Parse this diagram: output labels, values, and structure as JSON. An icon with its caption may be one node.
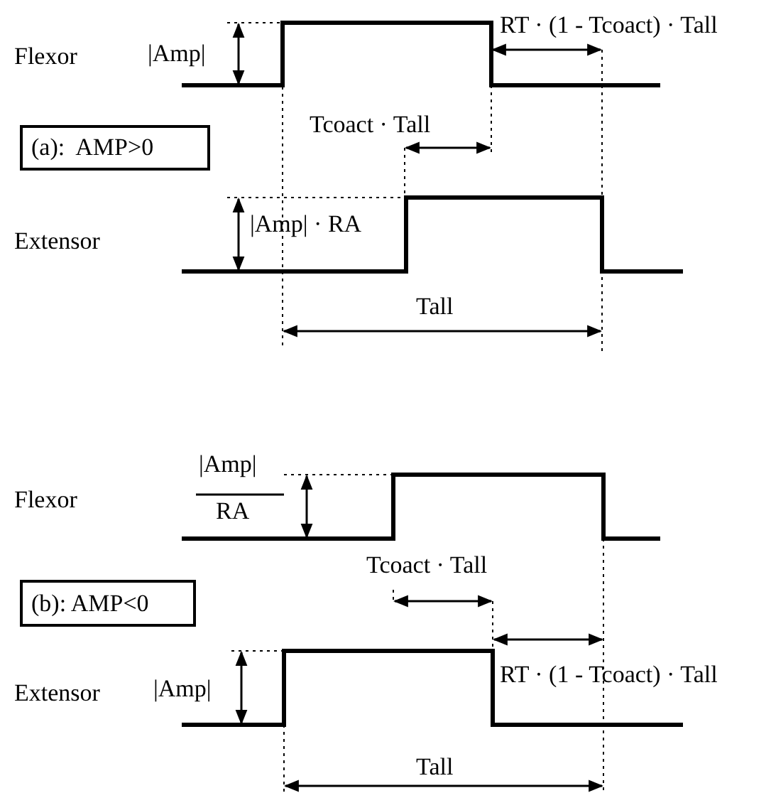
{
  "diagram": {
    "nodes": [
      {
        "text": [
          "(a):  AMP>0"
        ]
      },
      {
        "text": [
          "(b): AMP<0"
        ]
      }
    ],
    "labels": [
      "Flexor",
      "|Amp|",
      "RT · (1 - Tcoact) · Tall",
      "Tcoact · Tall",
      "Extensor",
      "|Amp| · RA",
      "Tall",
      "Flexor",
      "|Amp|",
      "RA",
      "Tcoact · Tall",
      "Extensor",
      "|Amp|",
      "RT · (1 - Tcoact) · Tall",
      "Tall"
    ]
  }
}
